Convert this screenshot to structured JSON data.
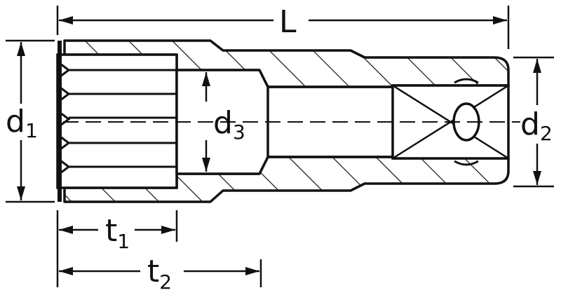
{
  "diagram": {
    "type": "technical-drawing",
    "subject": "deep 12-point socket, longitudinal section",
    "line_color": "#111111",
    "background": "#ffffff",
    "labels": {
      "L": {
        "main": "L",
        "sub": ""
      },
      "d1": {
        "main": "d",
        "sub": "1"
      },
      "d2": {
        "main": "d",
        "sub": "2"
      },
      "d3": {
        "main": "d",
        "sub": "3"
      },
      "t1": {
        "main": "t",
        "sub": "1"
      },
      "t2": {
        "main": "t",
        "sub": "2"
      }
    }
  }
}
